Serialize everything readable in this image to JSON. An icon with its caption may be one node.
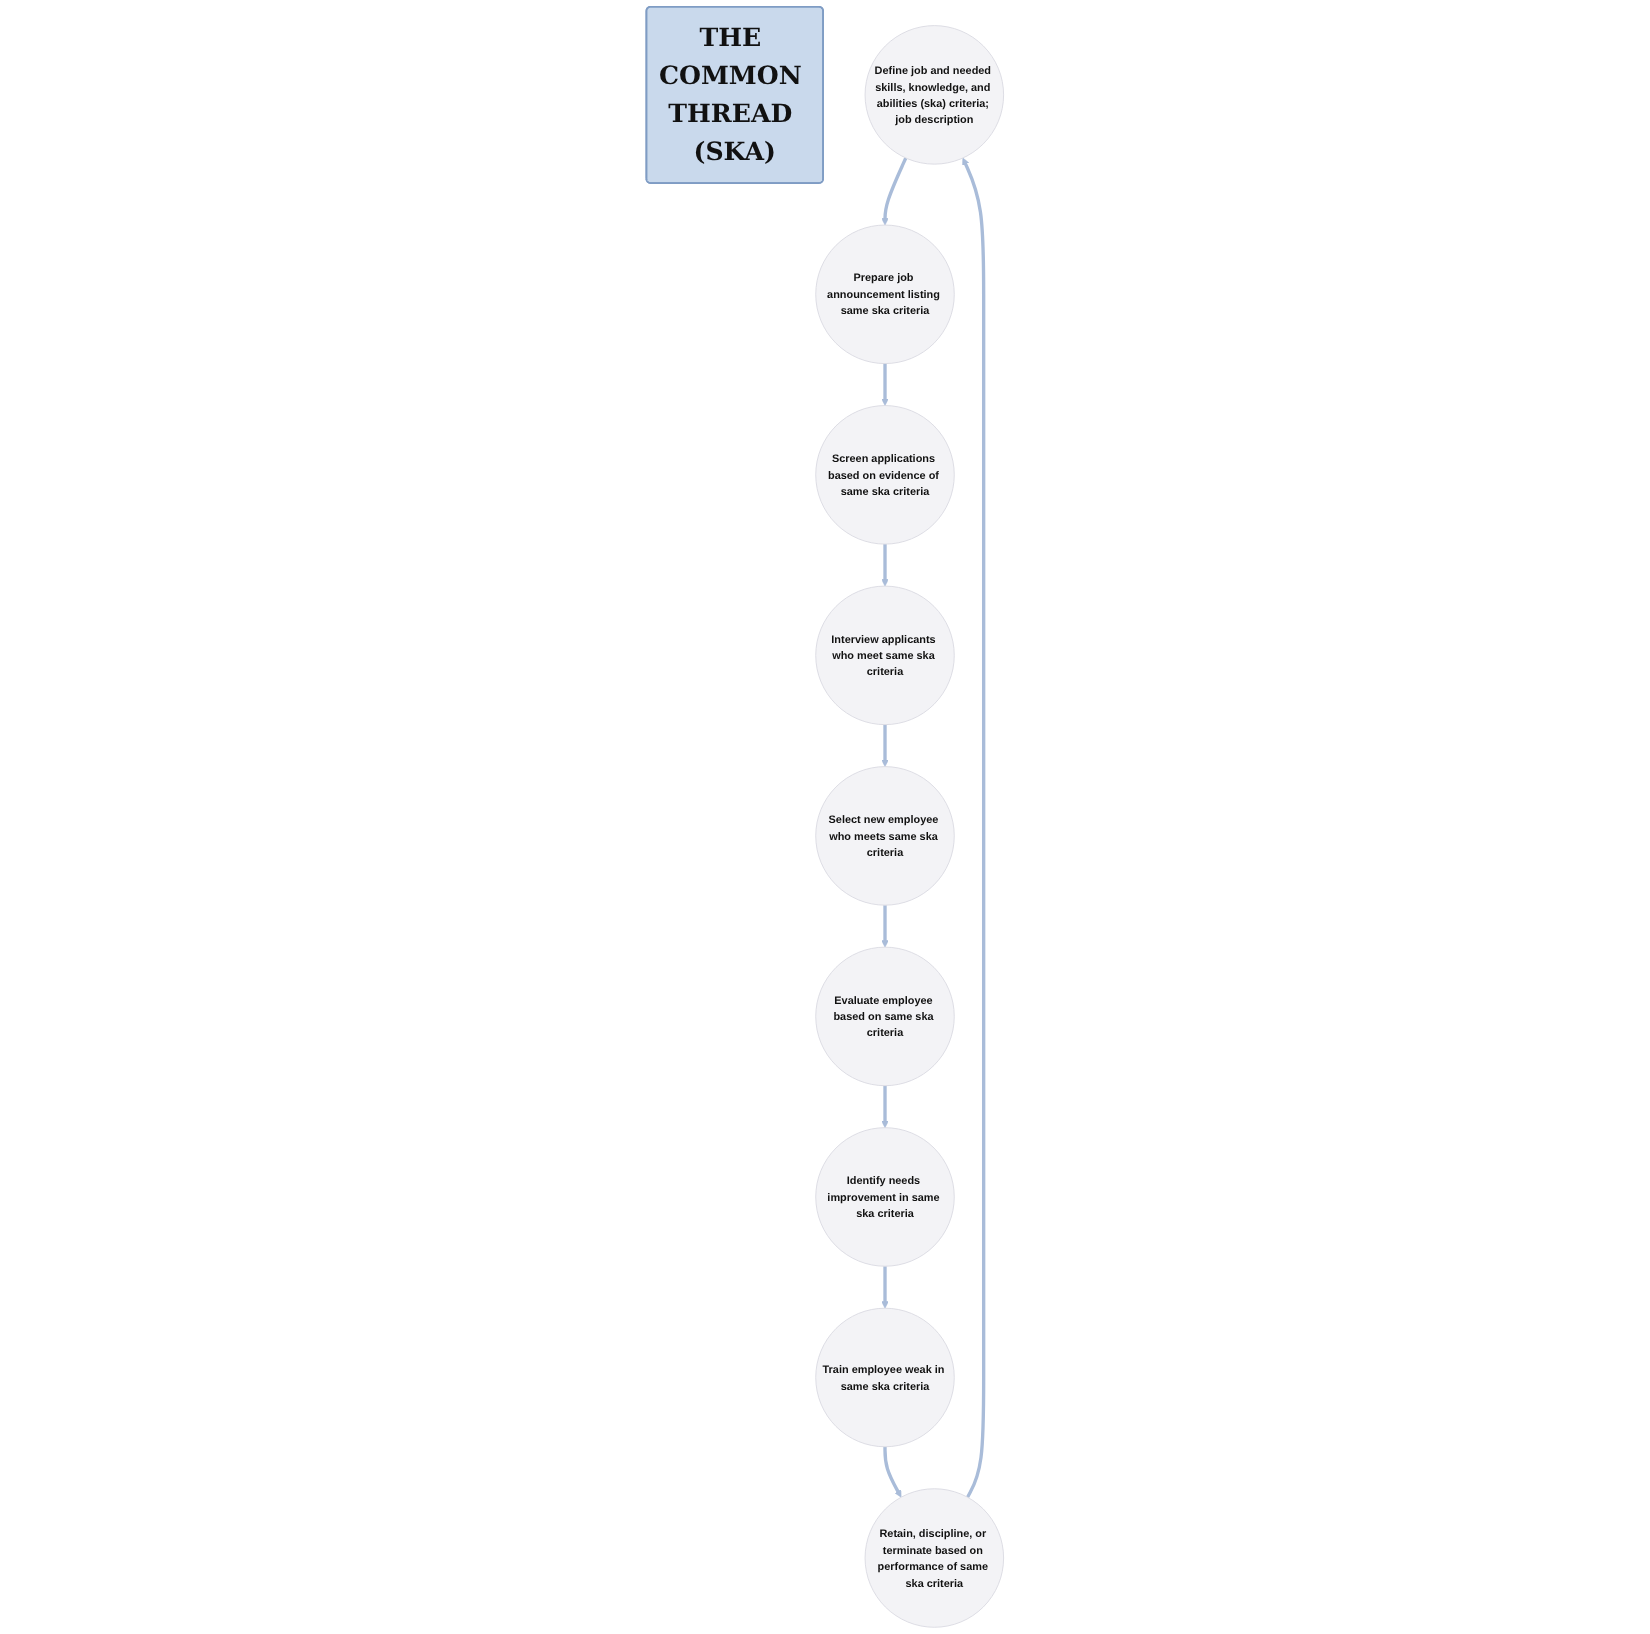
{
  "diagram": {
    "nodes": [
      {
        "text": [
          "THE COMMON THREAD (SKA)"
        ]
      },
      {
        "text": [
          "Define job and needed skills, knowledge, and abilities (ska) criteria; job description"
        ]
      },
      {
        "text": [
          "Prepare job announcement listing same ska criteria"
        ]
      },
      {
        "text": [
          "Screen applications based on evidence of same ska criteria"
        ]
      },
      {
        "text": [
          "Interview applicants who meet same ska criteria"
        ]
      },
      {
        "text": [
          "Select new employee who meets same ska criteria"
        ]
      },
      {
        "text": [
          "Evaluate employee based on same ska criteria"
        ]
      },
      {
        "text": [
          "Identify needs improvement in same ska criteria"
        ]
      },
      {
        "text": [
          "Train employee weak in same ska criteria"
        ]
      },
      {
        "text": [
          "Retain, discipline, or terminate based on performance of same ska criteria"
        ]
      }
    ],
    "edges": [
      {
        "from": 1,
        "to": 2,
        "arrow": "to"
      },
      {
        "from": 2,
        "to": 3,
        "arrow": "to"
      },
      {
        "from": 3,
        "to": 4,
        "arrow": "to"
      },
      {
        "from": 4,
        "to": 5,
        "arrow": "to"
      },
      {
        "from": 5,
        "to": 6,
        "arrow": "to"
      },
      {
        "from": 6,
        "to": 7,
        "arrow": "to"
      },
      {
        "from": 7,
        "to": 8,
        "arrow": "to"
      },
      {
        "from": 8,
        "to": 9,
        "arrow": "to"
      },
      {
        "from": 9,
        "to": 1,
        "arrow": "to"
      }
    ]
  }
}
